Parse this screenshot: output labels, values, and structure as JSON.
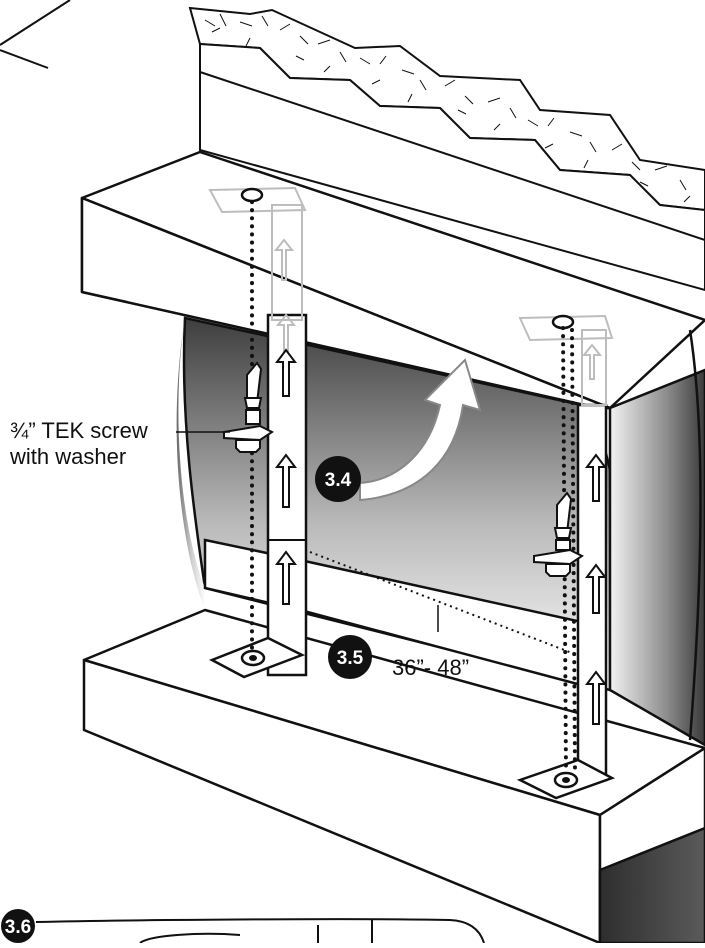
{
  "figure": {
    "callouts": {
      "screw_line1": "¾” TEK screw",
      "screw_line2": "with washer",
      "spacing": "36”- 48”"
    },
    "steps": {
      "step_a": "3.4",
      "step_b": "3.5",
      "step_c": "3.6"
    },
    "colors": {
      "ink": "#111111",
      "badge": "#111111",
      "ghost_line": "#bdbdbd",
      "panel_shade_dark": "#4a4a4a",
      "panel_shade_light": "#ffffff"
    }
  }
}
